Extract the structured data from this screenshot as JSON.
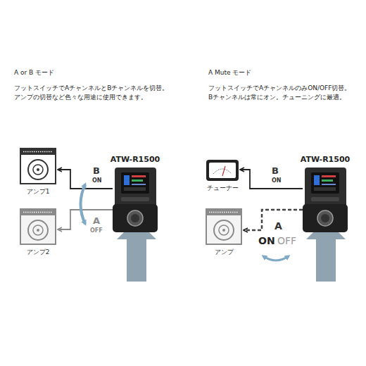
{
  "diagram": {
    "nodes": [
      {
        "text": [
          "アンプ1"
        ]
      },
      {
        "text": [
          "アンプ2"
        ]
      },
      {
        "text": [
          "ATW-R1500"
        ]
      },
      {
        "text": [
          "チューナー"
        ]
      },
      {
        "text": [
          "アンプ"
        ]
      },
      {
        "text": [
          "ATW-R1500"
        ]
      }
    ],
    "edges": [
      {
        "from": 2,
        "to": 0,
        "arrow": "to"
      },
      {
        "from": 2,
        "to": 1,
        "arrow": "to"
      },
      {
        "from": 5,
        "to": 3,
        "arrow": "to"
      },
      {
        "from": 5,
        "to": 4,
        "arrow": "to"
      }
    ],
    "labels": [
      "A or B モード",
      "フットスイッチでAチャンネルとBチャンネルを切替。 アンプの切替など色々な用途に使用できます。",
      "A Mute モード",
      "フットスイッチでAチャンネルのみON/OFF切替。 Bチャンネルは常にオン。チューニングに最適。",
      "B",
      "ON",
      "A",
      "OFF",
      "B",
      "ON",
      "A",
      "ON",
      "OFF"
    ]
  }
}
